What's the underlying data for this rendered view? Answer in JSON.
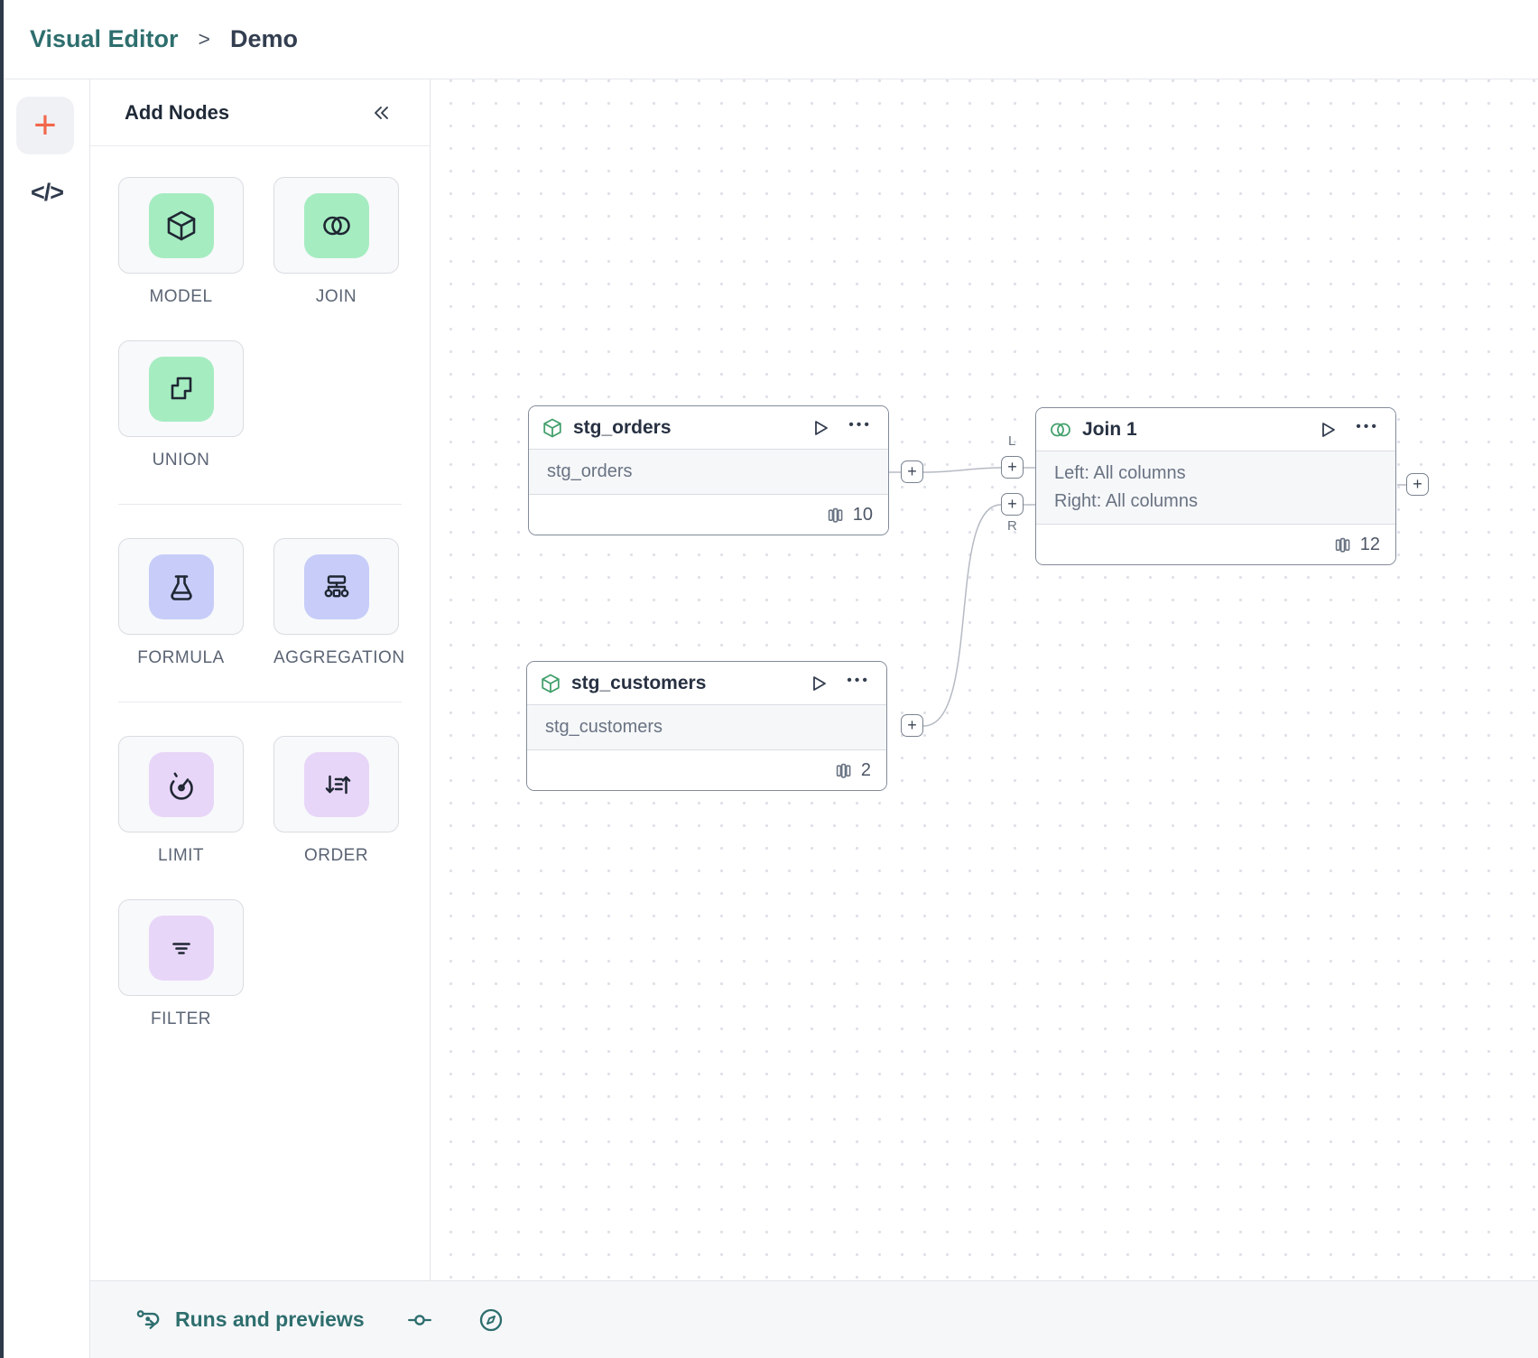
{
  "breadcrumb": {
    "app": "Visual Editor",
    "separator": ">",
    "page": "Demo"
  },
  "left_rail": {
    "add_label": "+",
    "code_label": "</>"
  },
  "palette": {
    "title": "Add Nodes",
    "collapse_icon": "chevrons-left-icon",
    "groups": [
      {
        "items": [
          {
            "id": "model",
            "label": "MODEL",
            "icon": "model-cube-lg",
            "color": "green"
          },
          {
            "id": "join",
            "label": "JOIN",
            "icon": "join-circles-lg",
            "color": "green"
          },
          {
            "id": "union",
            "label": "UNION",
            "icon": "union-lg",
            "color": "green"
          }
        ]
      },
      {
        "items": [
          {
            "id": "formula",
            "label": "FORMULA",
            "icon": "formula-flask-lg",
            "color": "indigo"
          },
          {
            "id": "aggregation",
            "label": "AGGREGATION",
            "icon": "aggregation-lg",
            "color": "indigo"
          }
        ]
      },
      {
        "items": [
          {
            "id": "limit",
            "label": "LIMIT",
            "icon": "limit-gauge-lg",
            "color": "purple"
          },
          {
            "id": "order",
            "label": "ORDER",
            "icon": "order-sort-lg",
            "color": "purple"
          },
          {
            "id": "filter",
            "label": "FILTER",
            "icon": "filter-lines-lg",
            "color": "purple"
          }
        ]
      }
    ]
  },
  "canvas": {
    "plus_label": "+",
    "left_port_label": "L",
    "right_port_label": "R",
    "nodes": [
      {
        "id": "stg_orders",
        "icon": "cube-sm",
        "title": "stg_orders",
        "body_lines": [
          "stg_orders"
        ],
        "column_count": "10"
      },
      {
        "id": "join1",
        "icon": "join-sm",
        "title": "Join 1",
        "body_lines": [
          "Left: All columns",
          "Right: All columns"
        ],
        "column_count": "12"
      },
      {
        "id": "stg_customers",
        "icon": "cube-sm",
        "title": "stg_customers",
        "body_lines": [
          "stg_customers"
        ],
        "column_count": "2"
      }
    ],
    "node_menu_glyph": "•••"
  },
  "bottom_bar": {
    "runs_label": "Runs and previews"
  },
  "colors": {
    "brand_teal": "#2e6e6e",
    "accent_orange": "#f2664a",
    "chip_green": "#a6ecc1",
    "chip_indigo": "#c7cdf8",
    "chip_purple": "#e8d6f8",
    "node_icon_green": "#43a06c",
    "dark_text": "#273142"
  }
}
